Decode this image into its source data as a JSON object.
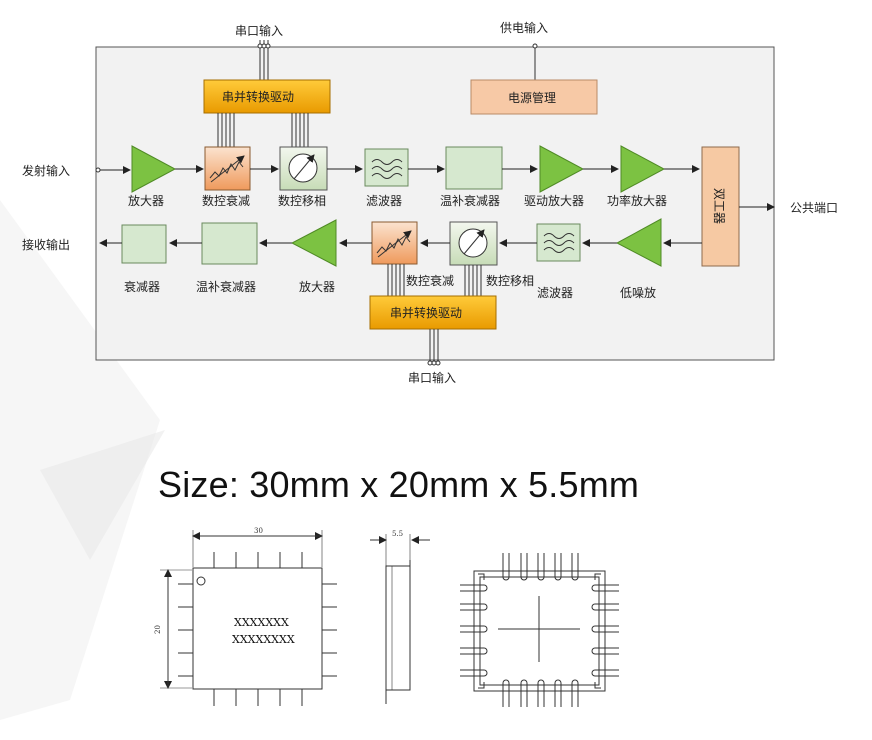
{
  "diagram": {
    "top_serial_label": "串口输入",
    "power_input_label": "供电输入",
    "bottom_serial_label": "串口输入",
    "tx_input_label": "发射输入",
    "rx_output_label": "接收输出",
    "common_port_label": "公共端口",
    "tx_chain": {
      "amp1": "放大器",
      "digital_attenuator": "数控衰减",
      "digital_phase_shifter": "数控移相",
      "filter": "滤波器",
      "temp_comp_attenuator": "温补衰减器",
      "driver_amp": "驱动放大器",
      "power_amp": "功率放大器"
    },
    "duplexer": "双工器",
    "rx_chain": {
      "lna": "低噪放",
      "filter": "滤波器",
      "digital_phase_shifter": "数控移相",
      "digital_attenuator": "数控衰减",
      "amp": "放大器",
      "temp_comp_attenuator": "温补衰减器",
      "attenuator": "衰减器"
    },
    "sp_driver_top": "串并转换驱动",
    "sp_driver_bottom": "串并转换驱动",
    "power_management": "电源管理"
  },
  "size_title": "Size: 30mm x 20mm x 5.5mm",
  "package_drawing": {
    "width_dim": "30",
    "height_dim": "20",
    "thickness_dim": "5.5",
    "marking_line1": "XXXXXXX",
    "marking_line2": "XXXXXXXX"
  },
  "colors": {
    "amp_green": "#7cc242",
    "filter_green": "#d6e8cf",
    "driver_orange": "#f2a900",
    "power_mgmt_peach": "#f7c9a6",
    "duplexer_peach": "#f6c9a3",
    "module_gray": "#f2f2f2"
  }
}
